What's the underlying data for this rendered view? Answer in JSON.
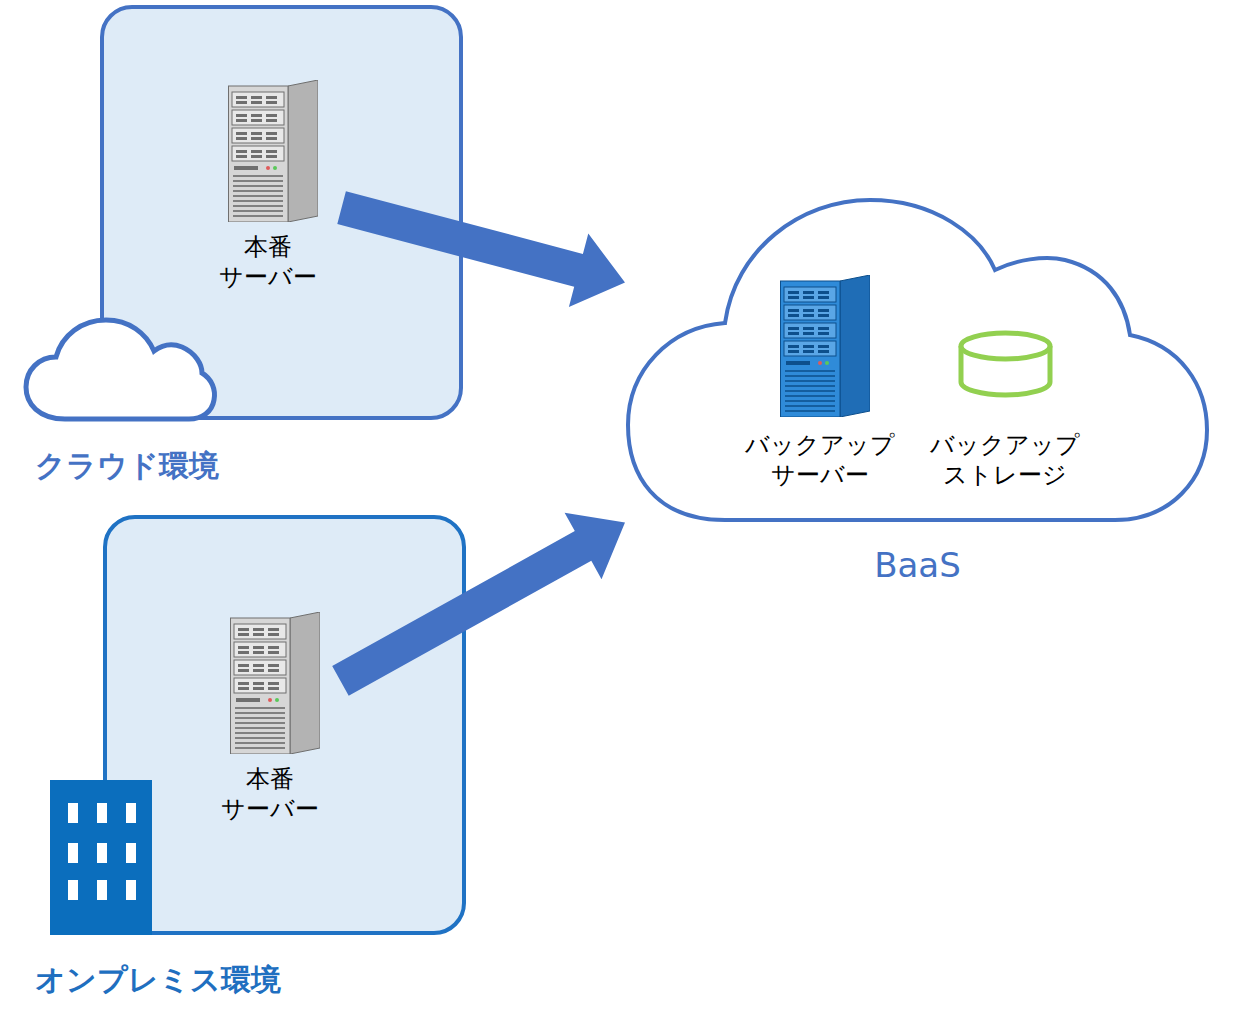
{
  "diagram": {
    "nodes": [
      {
        "text": [
          "クラウド環境"
        ]
      },
      {
        "text": [
          "本番 サーバー"
        ],
        "in": 0
      },
      {
        "text": [
          "オンプレミス環境"
        ]
      },
      {
        "text": [
          "本番 サーバー"
        ],
        "in": 2
      },
      {
        "text": [
          "BaaS"
        ]
      },
      {
        "text": [
          "バックアップ サーバー"
        ],
        "in": 4
      },
      {
        "text": [
          "バックアップ ストレージ"
        ],
        "in": 4
      }
    ],
    "edges": [
      {
        "from": 1,
        "to": 4,
        "arrow": "to"
      },
      {
        "from": 3,
        "to": 4,
        "arrow": "to"
      }
    ]
  }
}
